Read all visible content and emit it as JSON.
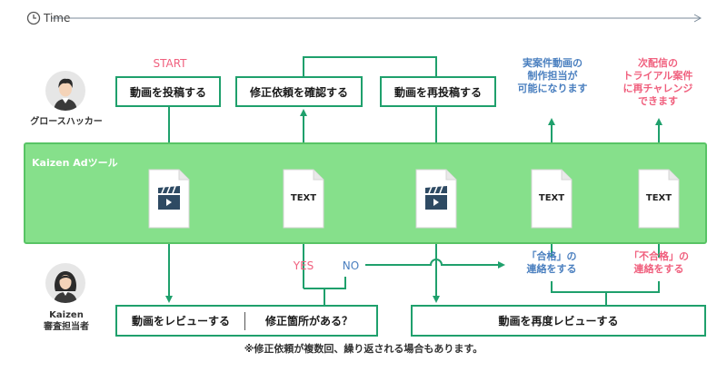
{
  "timeline": {
    "label": "Time"
  },
  "roles": {
    "growth_hacker": "グロースハッカー",
    "reviewer_line1": "Kaizen",
    "reviewer_line2": "審査担当者"
  },
  "tool_band": {
    "label": "Kaizen Adツール"
  },
  "start_label": "START",
  "steps": {
    "post_video": "動画を投稿する",
    "check_fix": "修正依頼を確認する",
    "repost_video": "動画を再投稿する",
    "review_video": "動画をレビューする",
    "has_fixes": "修正箇所がある？",
    "review_again": "動画を再度レビューする"
  },
  "docs": {
    "text_label": "TEXT"
  },
  "decision": {
    "yes": "YES",
    "no": "NO"
  },
  "notices": {
    "pass_line1": "「合格」の",
    "pass_line2": "連絡をする",
    "fail_line1": "「不合格」の",
    "fail_line2": "連絡をする"
  },
  "outcomes": {
    "pass_line1": "実案件動画の",
    "pass_line2": "制作担当が",
    "pass_line3": "可能になります",
    "fail_line1": "次配信の",
    "fail_line2": "トライアル案件",
    "fail_line3": "に再チャレンジ",
    "fail_line4": "できます"
  },
  "footnote": "※修正依頼が複数回、繰り返される場合もあります。",
  "colors": {
    "green": "#1fa06c",
    "band": "#86e08b",
    "blue": "#4a7fbf",
    "pink": "#f0607e",
    "gray": "#7a8a99"
  }
}
